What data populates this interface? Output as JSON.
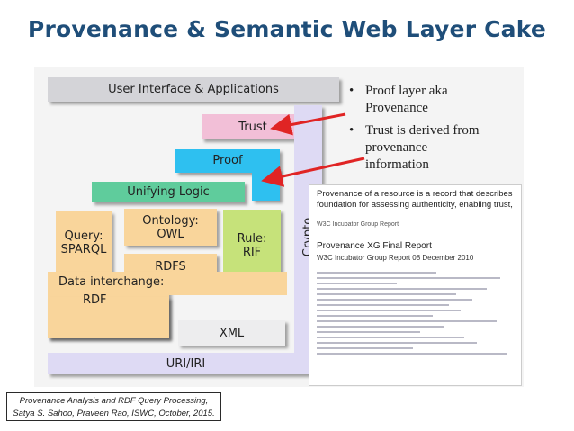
{
  "title": "Provenance & Semantic Web Layer Cake",
  "layers": {
    "ui": "User Interface & Applications",
    "trust": "Trust",
    "proof": "Proof",
    "unifying_logic": "Unifying Logic",
    "query_line1": "Query:",
    "query_line2": "SPARQL",
    "ontology_line1": "Ontology:",
    "ontology_line2": "OWL",
    "rdfs": "RDFS",
    "rule_line1": "Rule:",
    "rule_line2": "RIF",
    "crypto": "Crypto",
    "data_line1": "Data interchange:",
    "data_line2": "RDF",
    "xml": "XML",
    "uri": "URI/IRI"
  },
  "bullets": [
    {
      "line1": "Proof  layer aka",
      "line2": "Provenance",
      "line3": ""
    },
    {
      "line1": "Trust is derived from",
      "line2": "provenance",
      "line3": "information"
    }
  ],
  "report": {
    "definition": "Provenance of a resource is a record that describes foundation for assessing authenticity, enabling trust,",
    "logos": "W3C   Incubator   Group Report",
    "title": "Provenance XG Final Report",
    "subtitle": "W3C Incubator Group Report 08 December 2010"
  },
  "citation": {
    "line1": "Provenance Analysis and RDF Query Processing,",
    "line2": "Satya S. Sahoo, Praveen Rao, ISWC, October, 2015."
  },
  "colors": {
    "title": "#1f4e79",
    "ui": "#d4d4d8",
    "trust": "#f2bfd7",
    "proof": "#2ec0f0",
    "unifying_logic": "#5fcc9c",
    "query": "#f9d59b",
    "ontology": "#f9d59b",
    "rdfs": "#f9d59b",
    "rule": "#c6e27a",
    "crypto": "#dedaf4",
    "data": "#f9d59b",
    "xml": "#ededee",
    "uri": "#dedaf4",
    "arrow": "#e02424"
  }
}
